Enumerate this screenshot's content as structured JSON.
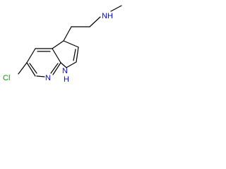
{
  "molecule": {
    "atoms": {
      "cl": "Cl",
      "n_pyridine": "N",
      "nh_pyrrole_n": "N",
      "nh_pyrrole_h": "H",
      "nh_amine": "NH"
    },
    "colors": {
      "bond": "#000000",
      "chlorine": "#00a000",
      "nitrogen": "#0000ff"
    }
  }
}
